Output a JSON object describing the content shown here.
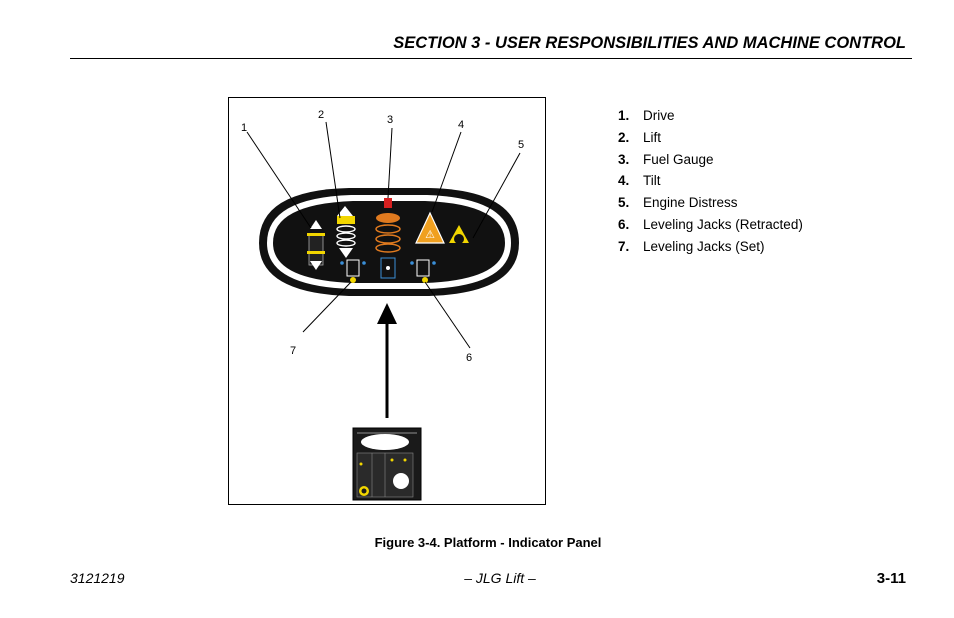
{
  "header": {
    "section_title": "SECTION 3 - USER RESPONSIBILITIES AND MACHINE CONTROL"
  },
  "figure": {
    "callouts": [
      "1",
      "2",
      "3",
      "4",
      "5",
      "6",
      "7"
    ],
    "caption": "Figure 3-4. Platform - Indicator Panel"
  },
  "legend": [
    {
      "num": "1.",
      "label": "Drive"
    },
    {
      "num": "2.",
      "label": "Lift"
    },
    {
      "num": "3.",
      "label": "Fuel Gauge"
    },
    {
      "num": "4.",
      "label": "Tilt"
    },
    {
      "num": "5.",
      "label": "Engine Distress"
    },
    {
      "num": "6.",
      "label": "Leveling Jacks (Retracted)"
    },
    {
      "num": "7.",
      "label": "Leveling Jacks (Set)"
    }
  ],
  "footer": {
    "doc_number": "3121219",
    "center": "– JLG Lift –",
    "page": "3-11"
  },
  "colors": {
    "panel": "#111111",
    "fuel": "#e07a1f",
    "warning": "#f0a020",
    "indicator": "#f2d600",
    "jack_blue": "#3a8fd8"
  }
}
